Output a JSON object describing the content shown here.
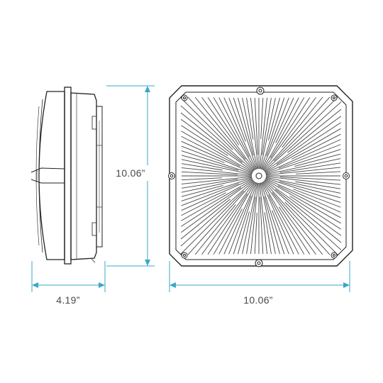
{
  "dimensions": {
    "depth": "4.19”",
    "height": "10.06”",
    "width": "10.06”"
  },
  "colors": {
    "dimension_line": "#3aa7c9",
    "outline": "#222222",
    "dimension_text": "#4a4a4a"
  },
  "diffuser": {
    "ray_count": 120
  }
}
